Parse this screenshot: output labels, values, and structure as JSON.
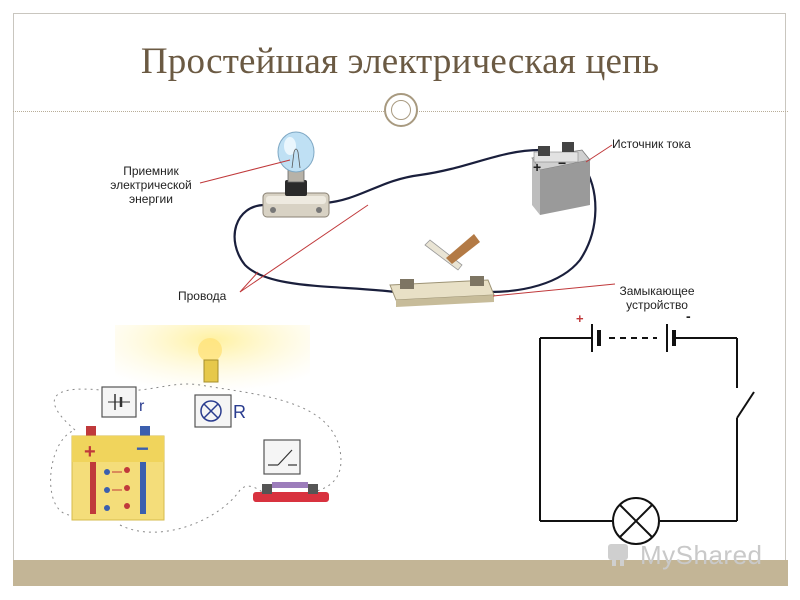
{
  "title": "Простейшая электрическая цепь",
  "labels": {
    "receiver": "Приемник\nэлектрической\nэнергии",
    "source": "Источник тока",
    "wires": "Провода",
    "switch_device": "Замыкающее\nустройство"
  },
  "circuit_symbols": {
    "plus": "+",
    "minus": "-"
  },
  "schematic_labels": {
    "r": "r",
    "R": "R",
    "plus": "+",
    "minus": "−"
  },
  "watermark": "MyShared",
  "colors": {
    "title": "#6b5a43",
    "footer": "#c3b596",
    "pointer_line": "#c0393b"
  }
}
